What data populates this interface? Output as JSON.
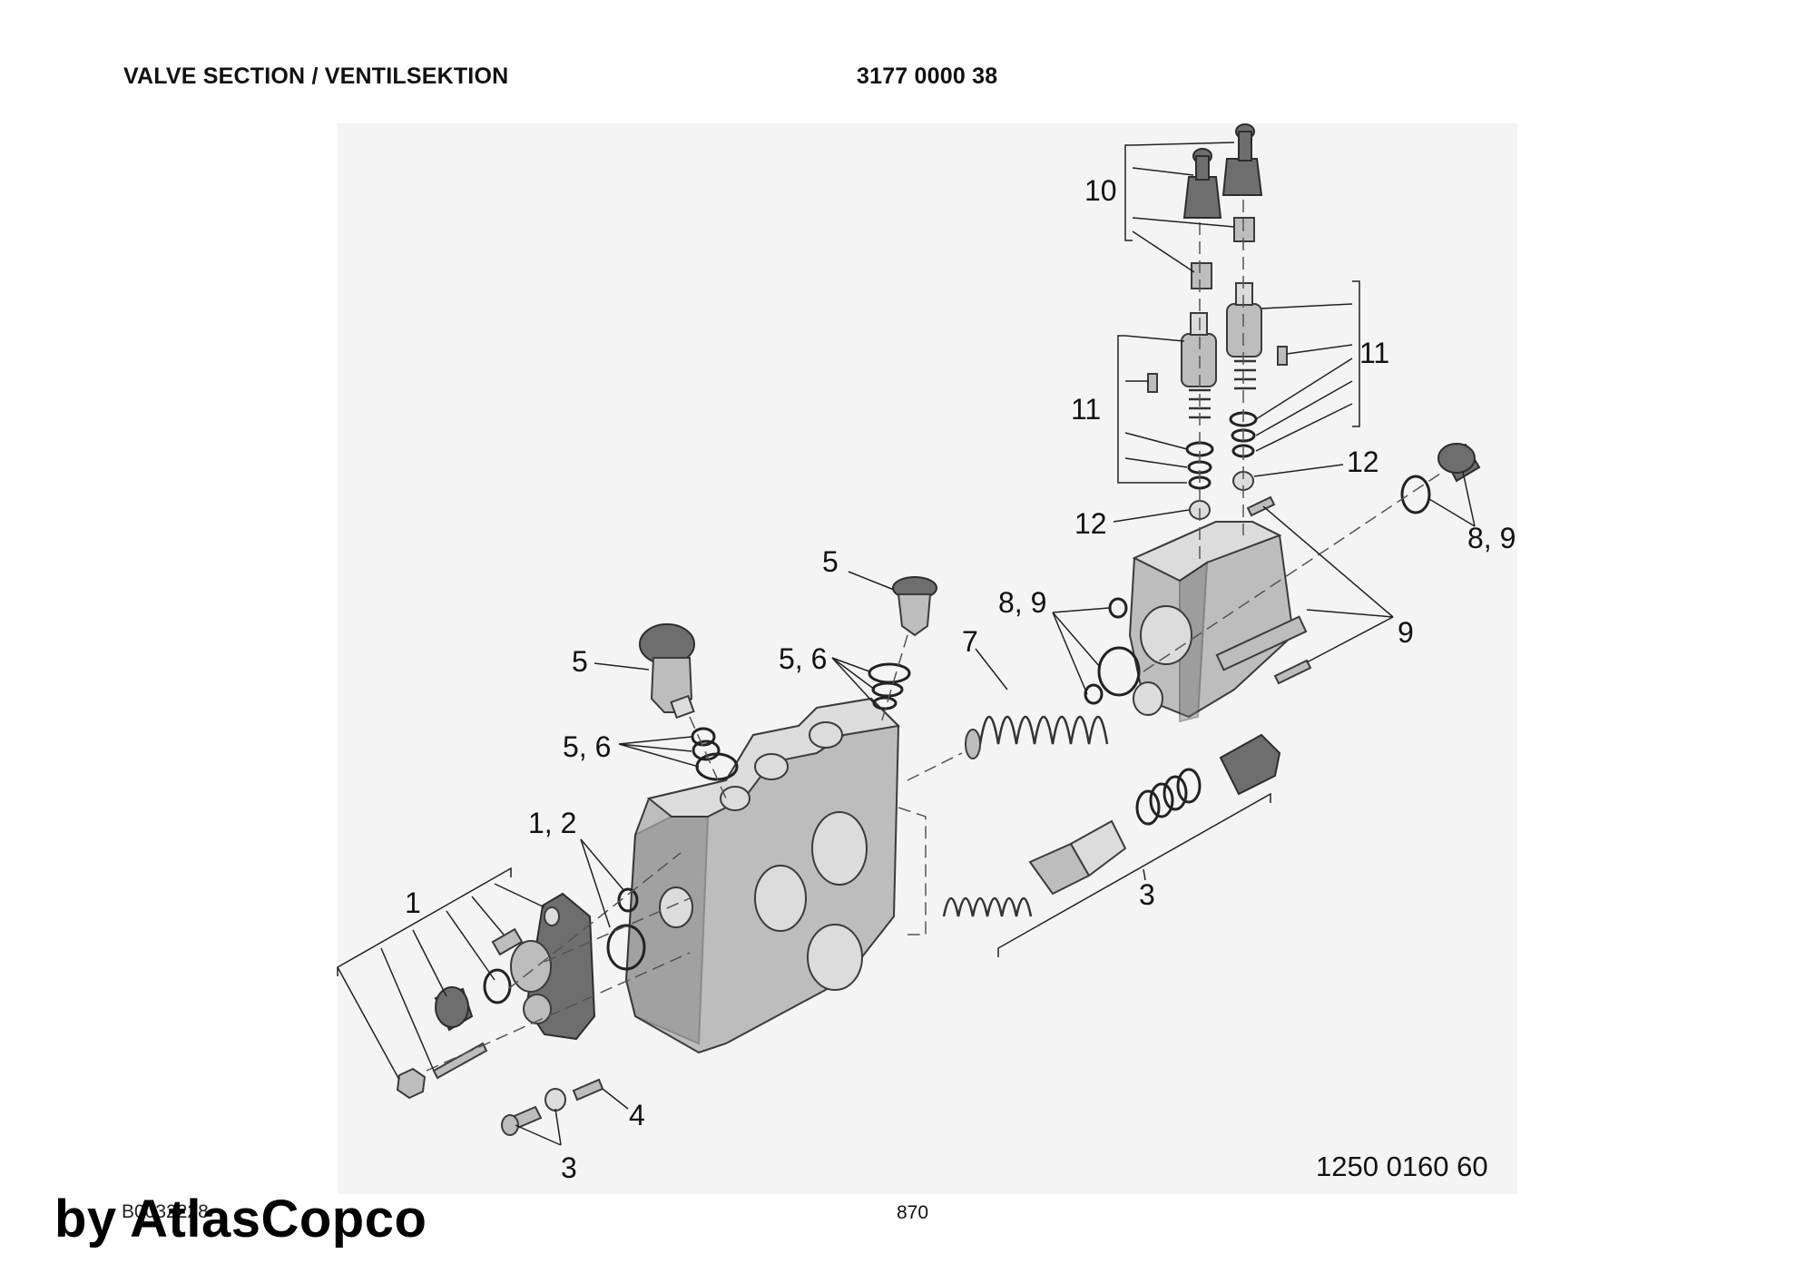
{
  "header": {
    "title": "VALVE SECTION / VENTILSEKTION",
    "document_number": "3177 0000 38"
  },
  "callouts": {
    "c1": "1",
    "c1_2": "1, 2",
    "c3_bottom": "3",
    "c3_spool": "3",
    "c4": "4",
    "c5_left": "5",
    "c5_top": "5",
    "c5_6_left": "5, 6",
    "c5_6_mid": "5, 6",
    "c7": "7",
    "c8_9_mid": "8, 9",
    "c8_9_right": "8, 9",
    "c9": "9",
    "c10": "10",
    "c11_left": "11",
    "c11_right": "11",
    "c12_left": "12",
    "c12_right": "12"
  },
  "footer": {
    "figure_code": "B0032228",
    "page_number": "870",
    "drawing_number": "1250 0160 60",
    "watermark": "by AtlasCopco"
  }
}
